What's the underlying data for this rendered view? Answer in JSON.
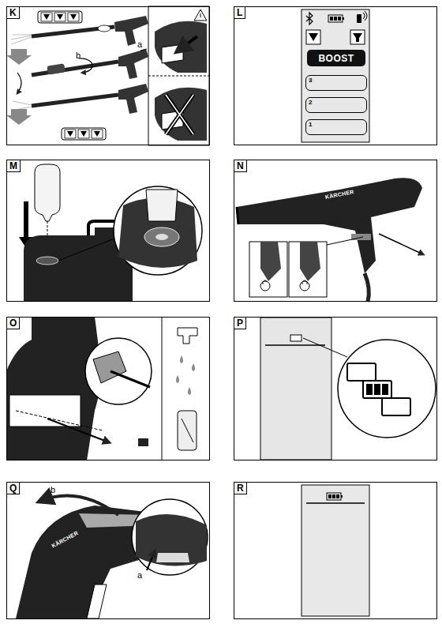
{
  "diagram": {
    "nodes": [
      {
        "text": [
          "K"
        ]
      },
      {
        "text": [
          "L"
        ]
      },
      {
        "text": [
          "BOOST"
        ],
        "in": 1
      },
      {
        "text": [
          "3"
        ],
        "in": 1
      },
      {
        "text": [
          "2"
        ],
        "in": 1
      },
      {
        "text": [
          "1"
        ],
        "in": 1
      },
      {
        "text": [
          "M"
        ]
      },
      {
        "text": [
          "N"
        ]
      },
      {
        "text": [
          "O"
        ]
      },
      {
        "text": [
          "P"
        ]
      },
      {
        "text": [
          "Q"
        ]
      },
      {
        "text": [
          "R"
        ]
      }
    ],
    "labels": [
      "a",
      "b",
      "KÄRCHER",
      "b",
      "a",
      "KÄRCHER"
    ]
  }
}
